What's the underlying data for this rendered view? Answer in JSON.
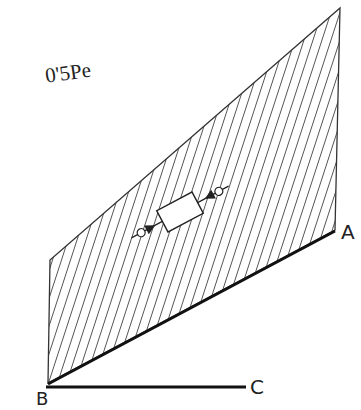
{
  "diagram": {
    "labels": [
      "0'5Pe",
      "A",
      "B",
      "C"
    ]
  }
}
